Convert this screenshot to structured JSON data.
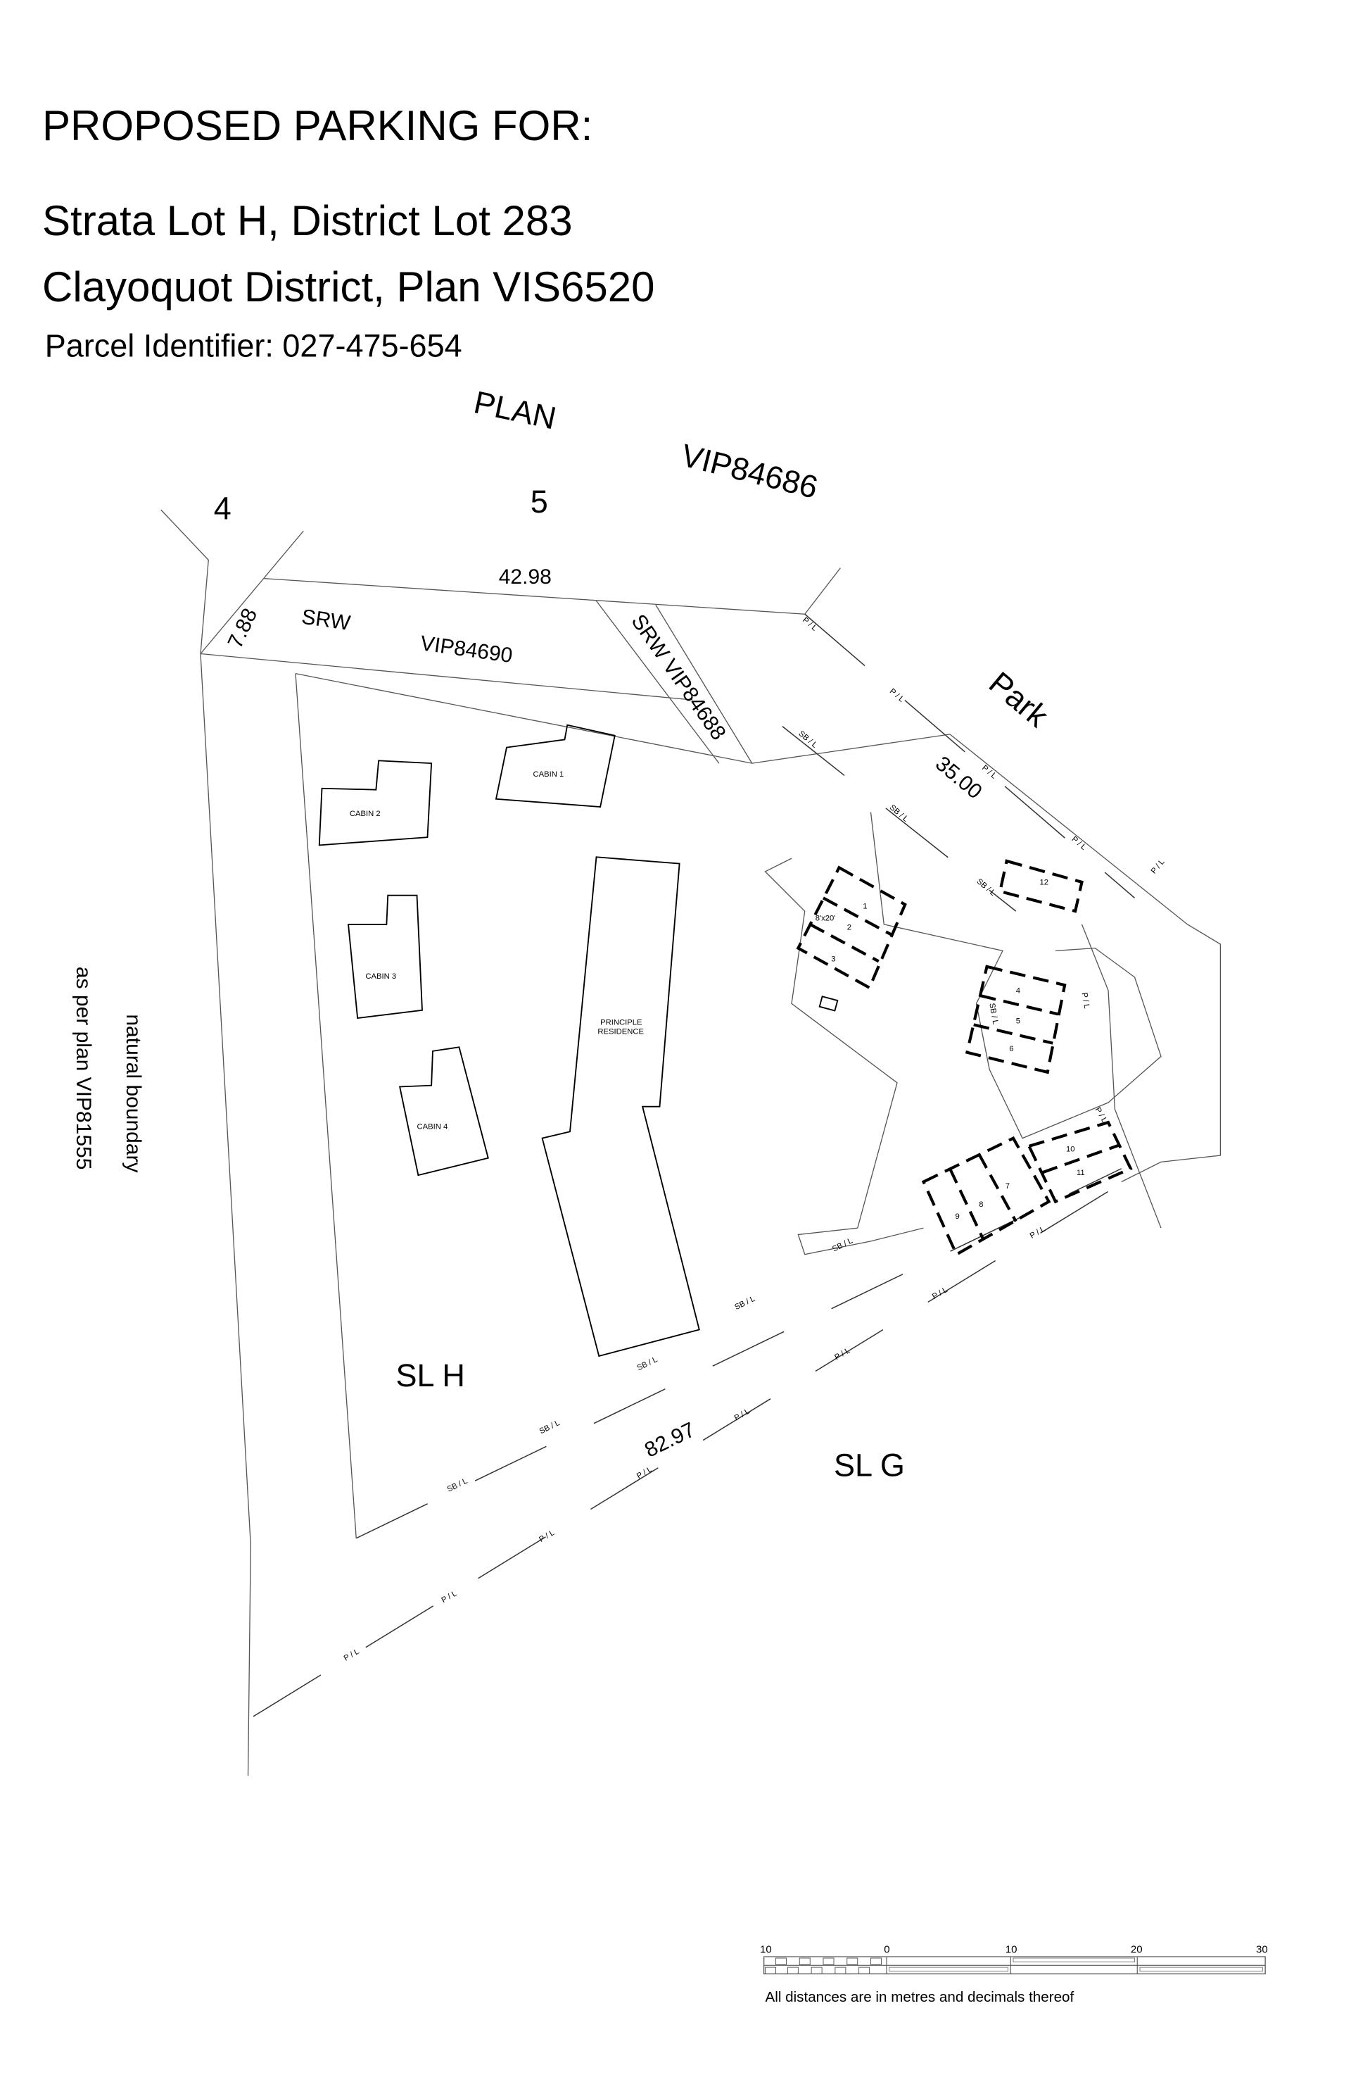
{
  "header": {
    "title": "PROPOSED PARKING FOR:",
    "line1": "Strata Lot H, District Lot 283",
    "line2": "Clayoquot District, Plan VIS6520",
    "parcel": "Parcel Identifier: 027-475-654"
  },
  "plan_labels": {
    "plan": "PLAN",
    "plan_number": "VIP84686",
    "lot4": "4",
    "lot5": "5",
    "park": "Park",
    "srw": "SRW",
    "srw_plan": "VIP84690",
    "srw2": "SRW VIP84688",
    "dim_top": "42.98",
    "dim_left": "7.88",
    "dim_park": "35.00",
    "dim_bottom": "82.97",
    "sl_h": "SL H",
    "sl_g": "SL G",
    "natural_boundary_1": "natural boundary",
    "natural_boundary_2": "as per plan VIP81555",
    "pl": "P / L",
    "sbl": "SB / L"
  },
  "buildings": {
    "cabin1": "CABIN 1",
    "cabin2": "CABIN 2",
    "cabin3": "CABIN 3",
    "cabin4": "CABIN 4",
    "residence_1": "PRINCIPLE",
    "residence_2": "RESIDENCE"
  },
  "stalls": {
    "s1": "1",
    "s2": "2",
    "s3": "3",
    "s4": "4",
    "s5": "5",
    "s6": "6",
    "s7": "7",
    "s8": "8",
    "s9": "9",
    "s10": "10",
    "s11": "11",
    "s12": "12",
    "size": "8'x20'"
  },
  "scale_bar": {
    "ticks": [
      "10",
      "0",
      "10",
      "20",
      "30"
    ],
    "note": "All distances are in metres and decimals thereof"
  }
}
